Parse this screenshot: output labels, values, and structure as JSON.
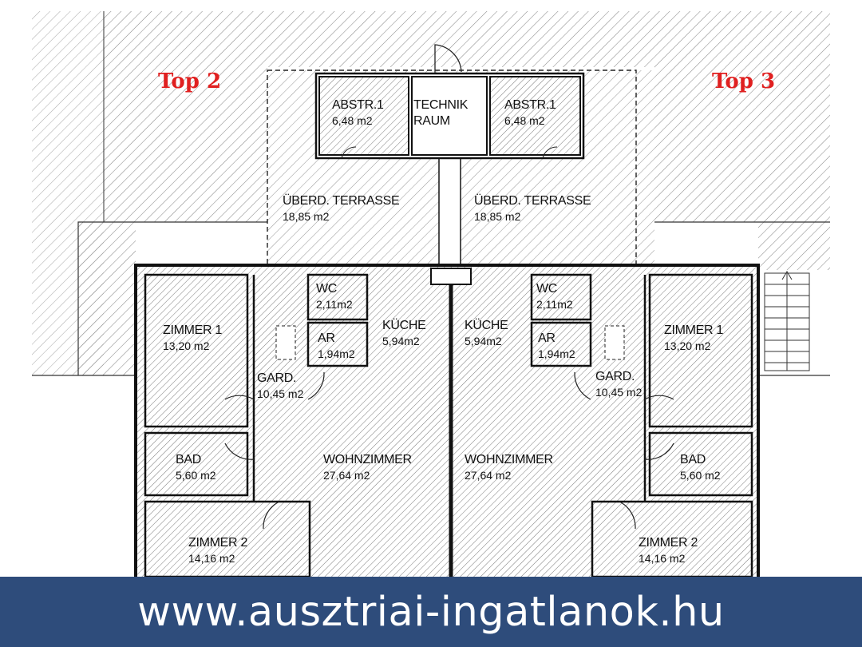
{
  "plan": {
    "units": {
      "left": {
        "name": "Top 2"
      },
      "right": {
        "name": "Top 3"
      }
    },
    "rooms": [
      {
        "key": "abstr-left",
        "label": "ABSTR.1",
        "area": "6,48 m2"
      },
      {
        "key": "technik",
        "label": "TECHNIK",
        "label2": "RAUM"
      },
      {
        "key": "abstr-right",
        "label": "ABSTR.1",
        "area": "6,48 m2"
      },
      {
        "key": "terrasse-left",
        "label": "ÜBERD. TERRASSE",
        "area": "18,85 m2"
      },
      {
        "key": "terrasse-right",
        "label": "ÜBERD. TERRASSE",
        "area": "18,85 m2"
      },
      {
        "key": "wc-left",
        "label": "WC",
        "area": "2,11m2"
      },
      {
        "key": "ar-left",
        "label": "AR",
        "area": "1,94m2"
      },
      {
        "key": "kuche-left",
        "label": "KÜCHE",
        "area": "5,94m2"
      },
      {
        "key": "kuche-right",
        "label": "KÜCHE",
        "area": "5,94m2"
      },
      {
        "key": "wc-right",
        "label": "WC",
        "area": "2,11m2"
      },
      {
        "key": "ar-right",
        "label": "AR",
        "area": "1,94m2"
      },
      {
        "key": "zimmer1-left",
        "label": "ZIMMER 1",
        "area": "13,20 m2"
      },
      {
        "key": "zimmer1-right",
        "label": "ZIMMER 1",
        "area": "13,20 m2"
      },
      {
        "key": "gard-left",
        "label": "GARD.",
        "area": "10,45 m2"
      },
      {
        "key": "gard-right",
        "label": "GARD.",
        "area": "10,45 m2"
      },
      {
        "key": "bad-left",
        "label": "BAD",
        "area": "5,60 m2"
      },
      {
        "key": "bad-right",
        "label": "BAD",
        "area": "5,60 m2"
      },
      {
        "key": "wohn-left",
        "label": "WOHNZIMMER",
        "area": "27,64 m2"
      },
      {
        "key": "wohn-right",
        "label": "WOHNZIMMER",
        "area": "27,64 m2"
      },
      {
        "key": "zimmer2-left",
        "label": "ZIMMER 2",
        "area": "14,16 m2"
      },
      {
        "key": "zimmer2-right",
        "label": "ZIMMER 2",
        "area": "14,16 m2"
      }
    ]
  },
  "banner": {
    "url": "www.ausztriai-ingatlanok.hu",
    "background": "#2e4c7b",
    "text_color": "#ffffff"
  },
  "colors": {
    "unit_label": "#e02020",
    "line": "#111111",
    "hatch": "#8a8a8a"
  }
}
